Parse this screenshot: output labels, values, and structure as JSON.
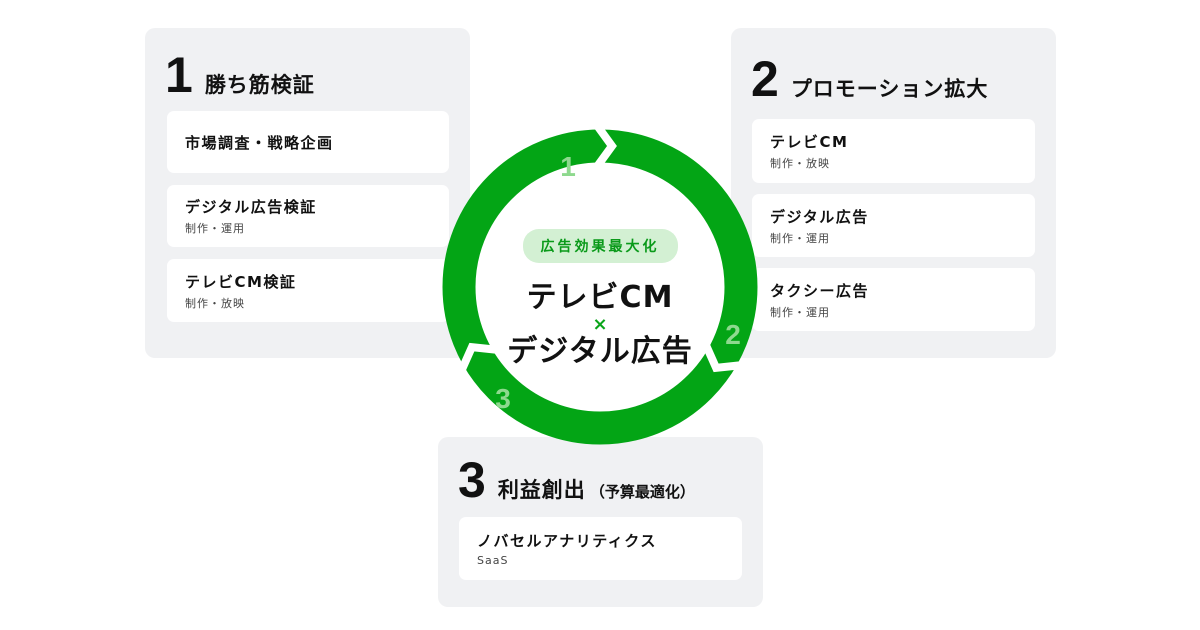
{
  "colors": {
    "ring": "#03a515",
    "ring_number": "#8ed98e",
    "pill_bg": "#d3f0d3",
    "box_bg": "#f0f1f3"
  },
  "steps": [
    {
      "number": "1",
      "title": "勝ち筋検証",
      "items": [
        {
          "name": "市場調査・戦略企画"
        },
        {
          "name": "デジタル広告検証",
          "sub": "制作・運用"
        },
        {
          "name": "テレビCM検証",
          "sub": "制作・放映"
        }
      ]
    },
    {
      "number": "2",
      "title": "プロモーション拡大",
      "items": [
        {
          "name": "テレビCM",
          "sub": "制作・放映"
        },
        {
          "name": "デジタル広告",
          "sub": "制作・運用"
        },
        {
          "name": "タクシー広告",
          "sub": "制作・運用"
        }
      ]
    },
    {
      "number": "3",
      "title": "利益創出",
      "subtitle": "（予算最適化）",
      "items": [
        {
          "name": "ノバセルアナリティクス",
          "sub": "SaaS"
        }
      ]
    }
  ],
  "cycle": {
    "numbers": [
      "1",
      "2",
      "3"
    ],
    "badge": "広告効果最大化",
    "line1": "テレビCM",
    "times": "×",
    "line2": "デジタル広告"
  }
}
